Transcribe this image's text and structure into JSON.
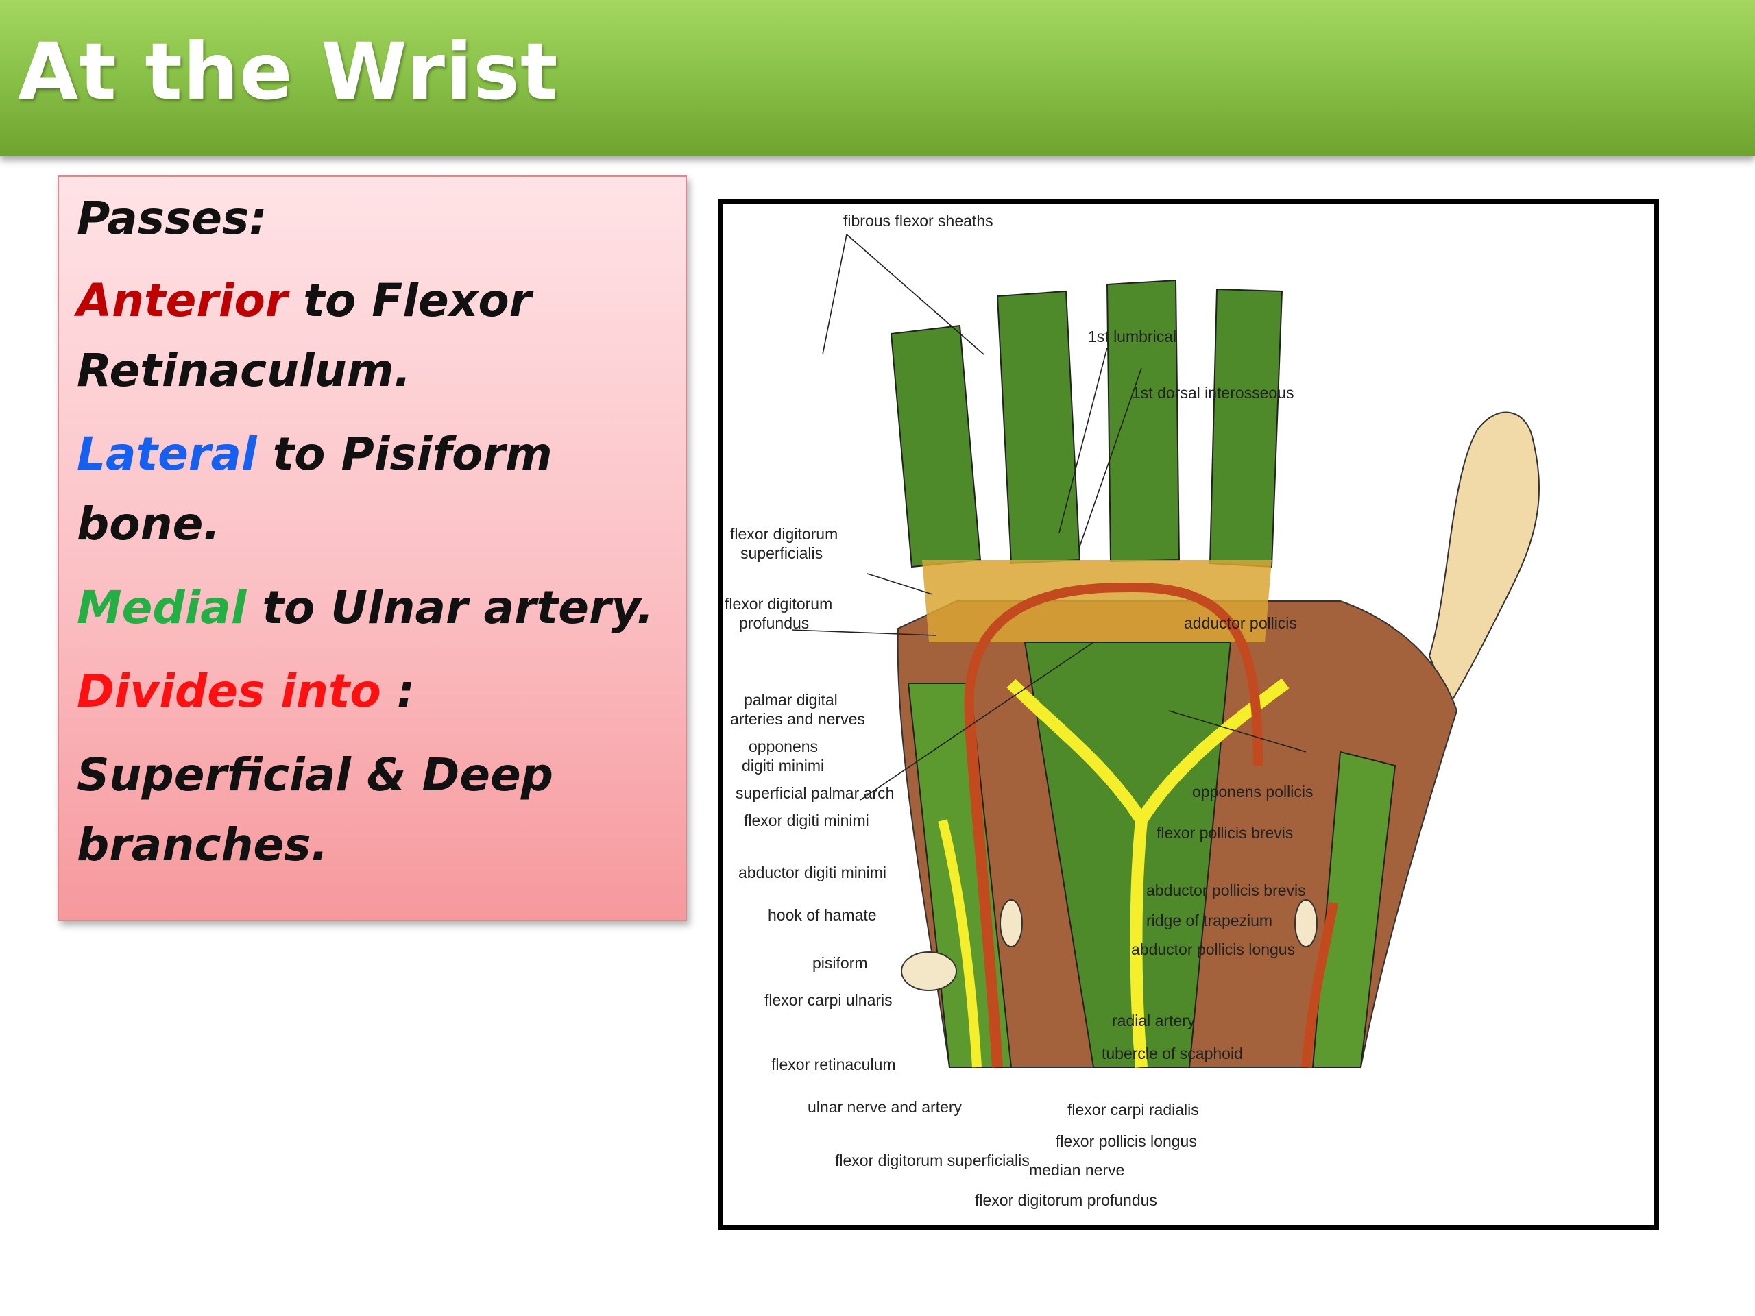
{
  "title": "At the Wrist",
  "info": {
    "passes": "Passes:",
    "anterior_word": "Anterior",
    "anterior_rest": " to Flexor",
    "anterior_cont": "Retinaculum.",
    "lateral_word": "Lateral",
    "lateral_rest": " to Pisiform",
    "lateral_cont": "bone.",
    "medial_word": "Medial",
    "medial_rest": " to Ulnar artery.",
    "divides": "Divides into",
    "divides_colon": " :",
    "branches_1": "Superficial & Deep",
    "branches_2": "branches."
  },
  "figure": {
    "labels": {
      "fibrous_flexor_sheaths": "fibrous flexor sheaths",
      "first_lumbrical": "1st lumbrical",
      "first_dorsal_interosseous": "1st dorsal interosseous",
      "fds_1": "flexor digitorum",
      "fds_2": "superficialis",
      "fdp_1": "flexor digitorum",
      "fdp_2": "profundus",
      "adductor_pollicis": "adductor pollicis",
      "palmar_digital_1": "palmar digital",
      "palmar_digital_2": "arteries and nerves",
      "opponens_dm_1": "opponens",
      "opponens_dm_2": "digiti minimi",
      "superficial_palmar_arch": "superficial palmar arch",
      "flexor_digiti_minimi": "flexor digiti minimi",
      "opponens_pollicis": "opponens pollicis",
      "flexor_pollicis_brevis": "flexor pollicis brevis",
      "abductor_digiti_minimi": "abductor digiti minimi",
      "abductor_pollicis_brevis": "abductor pollicis brevis",
      "hook_of_hamate": "hook of hamate",
      "ridge_of_trapezium": "ridge of trapezium",
      "abductor_pollicis_longus": "abductor pollicis longus",
      "pisiform": "pisiform",
      "flexor_carpi_ulnaris": "flexor carpi ulnaris",
      "radial_artery": "radial artery",
      "tubercle_of_scaphoid": "tubercle of scaphoid",
      "flexor_retinaculum": "flexor retinaculum",
      "ulnar_nerve_and_artery": "ulnar nerve and artery",
      "flexor_carpi_radialis": "flexor carpi radialis",
      "flexor_pollicis_longus": "flexor pollicis longus",
      "fds_bottom": "flexor digitorum superficialis",
      "median_nerve": "median nerve",
      "fdp_bottom": "flexor digitorum profundus"
    }
  }
}
